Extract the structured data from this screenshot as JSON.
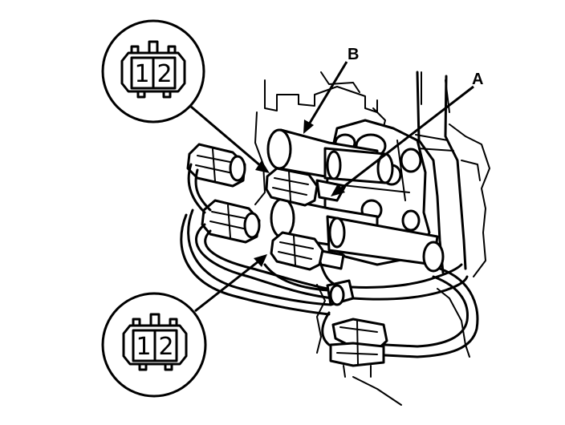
{
  "callouts": {
    "a": "A",
    "b": "B"
  },
  "connector_views": {
    "upper": {
      "pin_1": "1",
      "pin_2": "2"
    },
    "lower": {
      "pin_1": "1",
      "pin_2": "2"
    }
  },
  "colors": {
    "ink": "#000000",
    "paper": "#ffffff"
  }
}
